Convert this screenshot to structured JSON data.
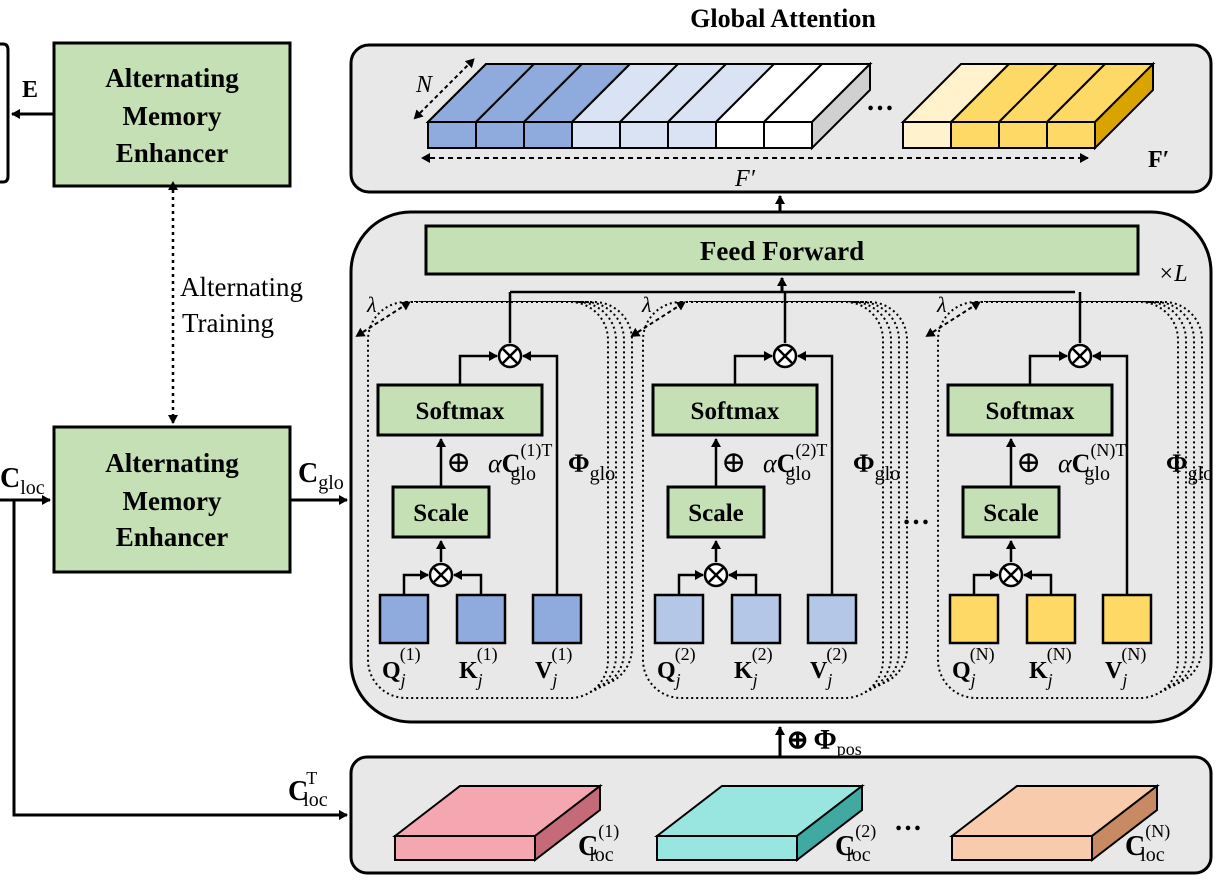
{
  "title": "Global Attention",
  "left": {
    "top_block": [
      "Alternating",
      "Memory",
      "Enhancer"
    ],
    "bottom_block": [
      "Alternating",
      "Memory",
      "Enhancer"
    ],
    "e_label": "E",
    "alt_training": [
      "Alternating",
      "Training"
    ],
    "c_loc_in": "C",
    "c_loc_in_sub": "loc",
    "c_glo_out": "C",
    "c_glo_out_sub": "glo",
    "c_loc_t": "C",
    "c_loc_t_sup": "T",
    "c_loc_t_sub": "loc"
  },
  "top_panel": {
    "n_label": "N",
    "fprime_axis": "F′",
    "fprime_out": "F′",
    "ellipsis": "…"
  },
  "attention": {
    "feed_forward": "Feed Forward",
    "repeat": "×L",
    "lambda": "λ",
    "softmax": "Softmax",
    "scale": "Scale",
    "oplus": "⊕",
    "otimes": "⊗",
    "alpha": "α",
    "c": "C",
    "glo": "glo",
    "phi": "Φ",
    "ellipsis": "…",
    "heads": [
      {
        "sup": "(1)",
        "q": "Q",
        "k": "K",
        "v": "V",
        "sub": "j",
        "qsup": "(1)",
        "ksup": "(1)",
        "vsup": "(1)",
        "csup": "(1)T"
      },
      {
        "sup": "(2)",
        "q": "Q",
        "k": "K",
        "v": "V",
        "sub": "j",
        "qsup": "(2)",
        "ksup": "(2)",
        "vsup": "(2)",
        "csup": "(2)T"
      },
      {
        "sup": "(N)",
        "q": "Q",
        "k": "K",
        "v": "V",
        "sub": "j",
        "qsup": "(N)",
        "ksup": "(N)",
        "vsup": "(N)",
        "csup": "(N)T"
      }
    ]
  },
  "pos": {
    "oplus": "⊕",
    "phi": "Φ",
    "sub": "pos"
  },
  "bottom_panel": {
    "c": "C",
    "sub": "loc",
    "sups": [
      "(1)",
      "(2)",
      "(N)"
    ],
    "ellipsis": "…"
  },
  "colors": {
    "green_block": "#c5e0b4",
    "panel_gray": "#e8e8e8",
    "blue_dark": "#8faadc",
    "blue_light": "#b4c7e7",
    "blue_pale": "#dae3f3",
    "yellow": "#ffd966",
    "yellow_pale": "#fff2cc",
    "pink": "#f4a7b0",
    "cyan": "#99e6e0",
    "orange": "#f8cbad"
  }
}
